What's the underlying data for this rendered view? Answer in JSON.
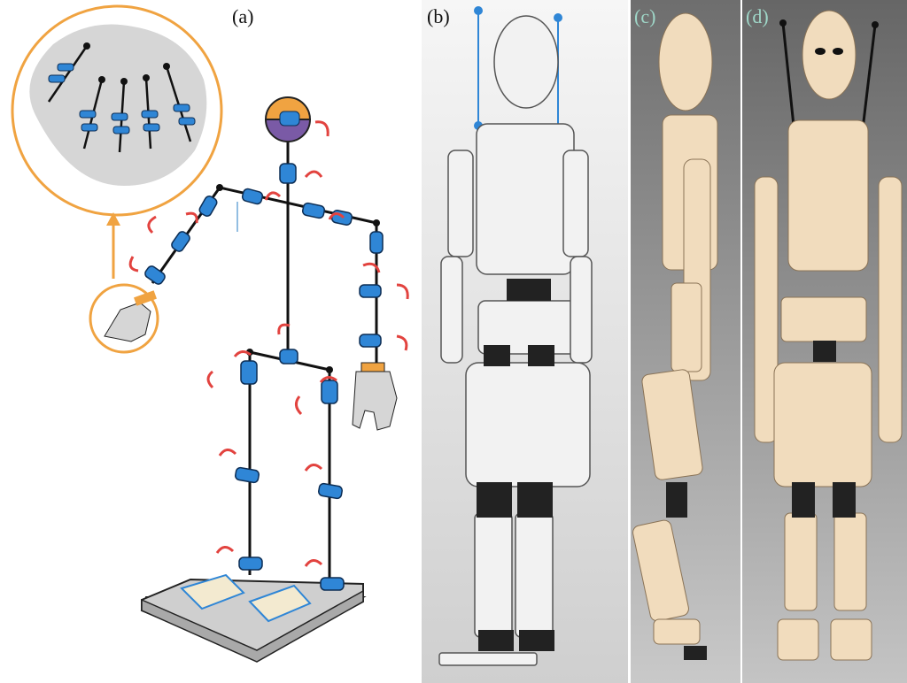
{
  "panels": [
    {
      "id": "a",
      "label": "(a)",
      "label_color": "#111111"
    },
    {
      "id": "b",
      "label": "(b)",
      "label_color": "#111111"
    },
    {
      "id": "c",
      "label": "(c)",
      "label_color": "#9fd7c8"
    },
    {
      "id": "d",
      "label": "(d)",
      "label_color": "#9fd7c8"
    }
  ],
  "colors": {
    "joint_blue": "#2f86d6",
    "rotation_red": "#e2433f",
    "highlight_orange": "#f0a341",
    "head_purple": "#7a5aa6",
    "skeleton": "#111111",
    "render_gray": "#d8d8d8",
    "robot_beige": "#f1dcbd",
    "photo_bg": "#7c7c7c"
  }
}
